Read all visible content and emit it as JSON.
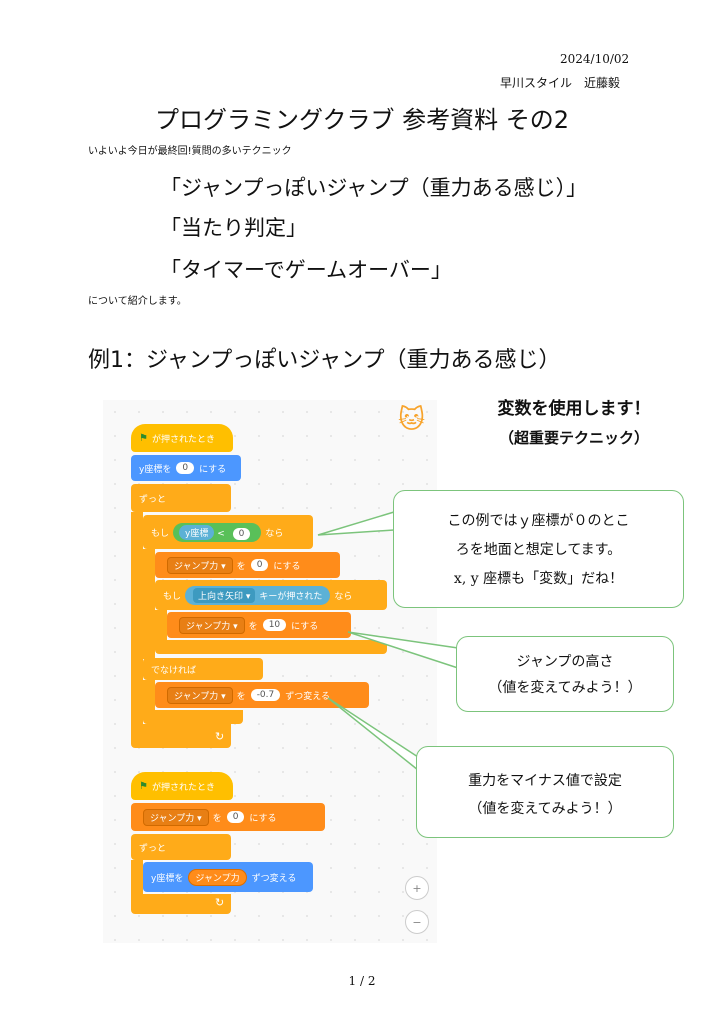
{
  "header": {
    "date": "2024/10/02",
    "author": "早川スタイル　近藤毅"
  },
  "title": "プログラミングクラブ  参考資料  その2",
  "intro": "いよいよ今日が最終回!質問の多いテクニック",
  "topics": [
    "「ジャンプっぽいジャンプ（重力ある感じ）」",
    "「当たり判定」",
    "「タイマーでゲームオーバー」"
  ],
  "outro": "について紹介します。",
  "section": "例1：ジャンプっぽいジャンプ（重力ある感じ）",
  "var_note": {
    "line1": "変数を使用します！",
    "line2": "（超重要テクニック）"
  },
  "scratch": {
    "green_flag": "が押されたとき",
    "set_y": "y座標を",
    "set_y_val": "0",
    "set_suffix": "にする",
    "forever": "ずっと",
    "if": "もし",
    "then": "なら",
    "else": "でなければ",
    "y_reporter": "y座標",
    "lt": "<",
    "lt_val": "0",
    "var_name": "ジャンプ力 ▾",
    "to": "を",
    "set_jump_val": "0",
    "key_menu": "上向き矢印 ▾",
    "key_pressed": "キーが押された",
    "jump_val": "10",
    "change_val": "-0.7",
    "change_suffix": "ずつ変える",
    "change_y": "y座標を",
    "var_reporter": "ジャンプ力",
    "loop_icon": "↻",
    "zoom_in": "+",
    "zoom_out": "−"
  },
  "callouts": {
    "c1": [
      "この例ではｙ座標が０のとこ",
      "ろを地面と想定してます。",
      "x, y 座標も「変数」だね！"
    ],
    "c2": [
      "ジャンプの高さ",
      "（値を変えてみよう！）"
    ],
    "c3": [
      "重力をマイナス値で設定",
      "（値を変えてみよう！）"
    ]
  },
  "footer": "1 / 2",
  "colors": {
    "events": "#ffbf00",
    "control": "#ffab19",
    "variables": "#ff8c1a",
    "motion": "#4c97ff",
    "callout_border": "#7cc47c"
  }
}
